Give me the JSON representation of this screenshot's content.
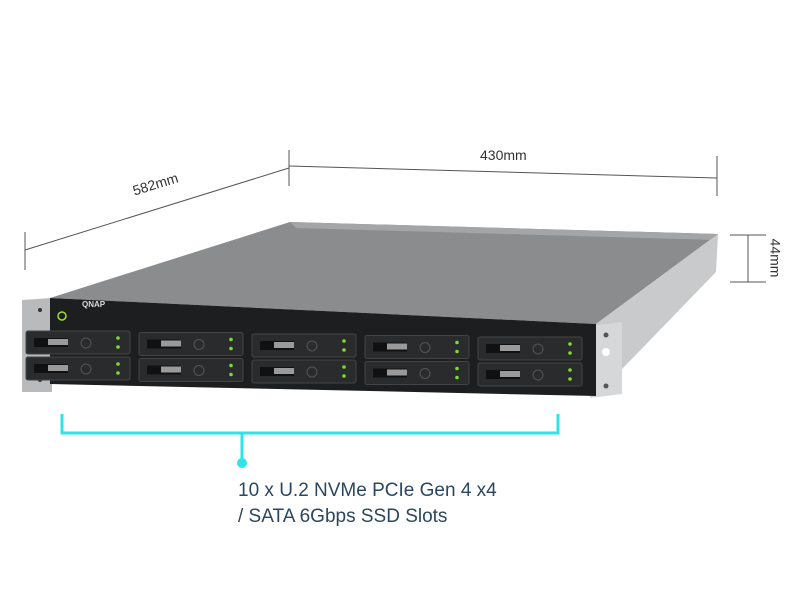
{
  "dimensions": {
    "depth": "582mm",
    "width": "430mm",
    "height": "44mm"
  },
  "device": {
    "brand_logo": "QNAP",
    "drive_bays": 10,
    "bay_rows": 2,
    "bay_columns": 5
  },
  "callout": {
    "line1": "10 x U.2 NVMe PCIe Gen 4 x4",
    "line2": "/ SATA 6Gbps SSD Slots"
  },
  "colors": {
    "accent": "#2fe3e8",
    "text": "#2b4660",
    "led": "#7ddc2a"
  }
}
